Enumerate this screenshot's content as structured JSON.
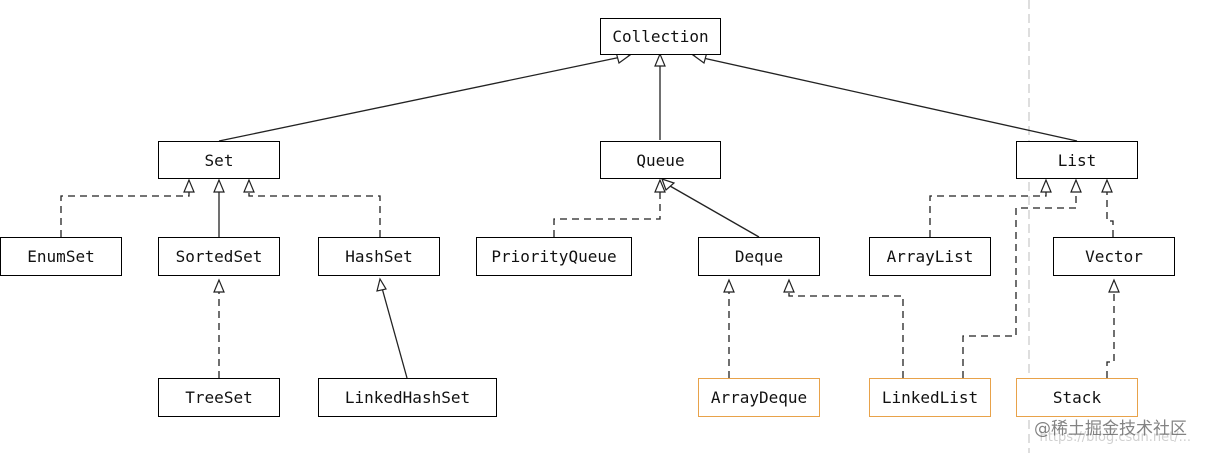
{
  "nodes": {
    "collection": "Collection",
    "set": "Set",
    "queue": "Queue",
    "list": "List",
    "enumset": "EnumSet",
    "sortedset": "SortedSet",
    "hashset": "HashSet",
    "priorityqueue": "PriorityQueue",
    "deque": "Deque",
    "arraylist": "ArrayList",
    "vector": "Vector",
    "treeset": "TreeSet",
    "linkedhashset": "LinkedHashSet",
    "arraydeque": "ArrayDeque",
    "linkedlist": "LinkedList",
    "stack": "Stack"
  },
  "watermark": "@稀土掘金技术社区",
  "watermark_under": "https://blog.csdn.net/...",
  "colors": {
    "line": "#222222",
    "box_border": "#000000",
    "impl_border": "#e8a24a",
    "separator": "#c8c8c8"
  }
}
